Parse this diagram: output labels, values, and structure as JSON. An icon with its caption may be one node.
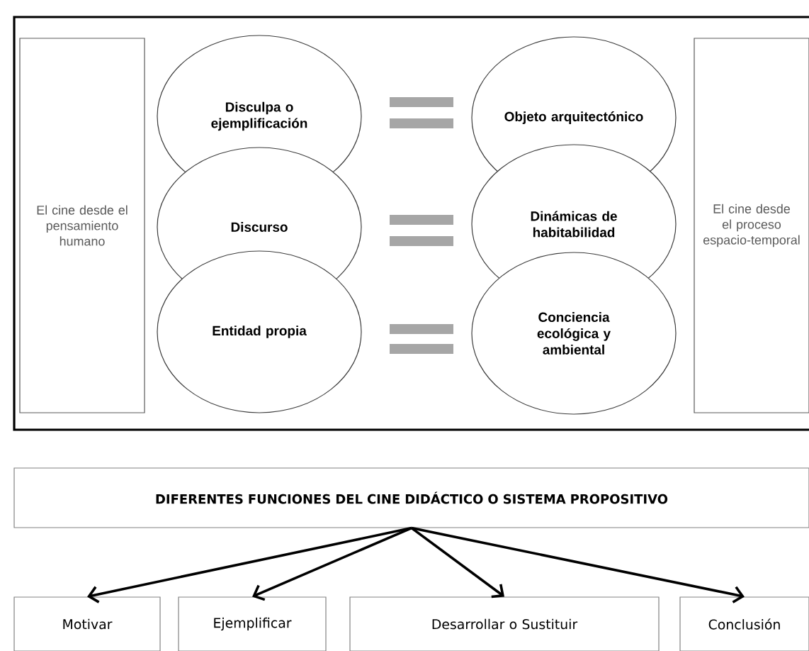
{
  "diagram": {
    "nodes": [
      {
        "text": [
          "El cine desde el pensamiento humano"
        ]
      },
      {
        "text": [
          "Disculpa o ejemplificación"
        ]
      },
      {
        "text": [
          "Discurso"
        ]
      },
      {
        "text": [
          "Entidad propia"
        ]
      },
      {
        "text": [
          "Objeto arquitectónico"
        ]
      },
      {
        "text": [
          "Dinámicas de habitabilidad"
        ]
      },
      {
        "text": [
          "Conciencia ecológica y ambiental"
        ]
      },
      {
        "text": [
          "El cine desde el proceso espacio-temporal"
        ]
      },
      {
        "text": [
          "DIFERENTES FUNCIONES DEL CINE DIDÁCTICO O SISTEMA PROPOSITIVO"
        ]
      },
      {
        "text": [
          "Motivar"
        ]
      },
      {
        "text": [
          "Ejemplificar"
        ]
      },
      {
        "text": [
          "Desarrollar o Sustituir"
        ]
      },
      {
        "text": [
          "Conclusión"
        ]
      }
    ],
    "edges": [
      {
        "from": 8,
        "to": 9,
        "arrow": "to"
      },
      {
        "from": 8,
        "to": 10,
        "arrow": "to"
      },
      {
        "from": 8,
        "to": 11,
        "arrow": "to"
      },
      {
        "from": 8,
        "to": 12,
        "arrow": "to"
      }
    ]
  }
}
